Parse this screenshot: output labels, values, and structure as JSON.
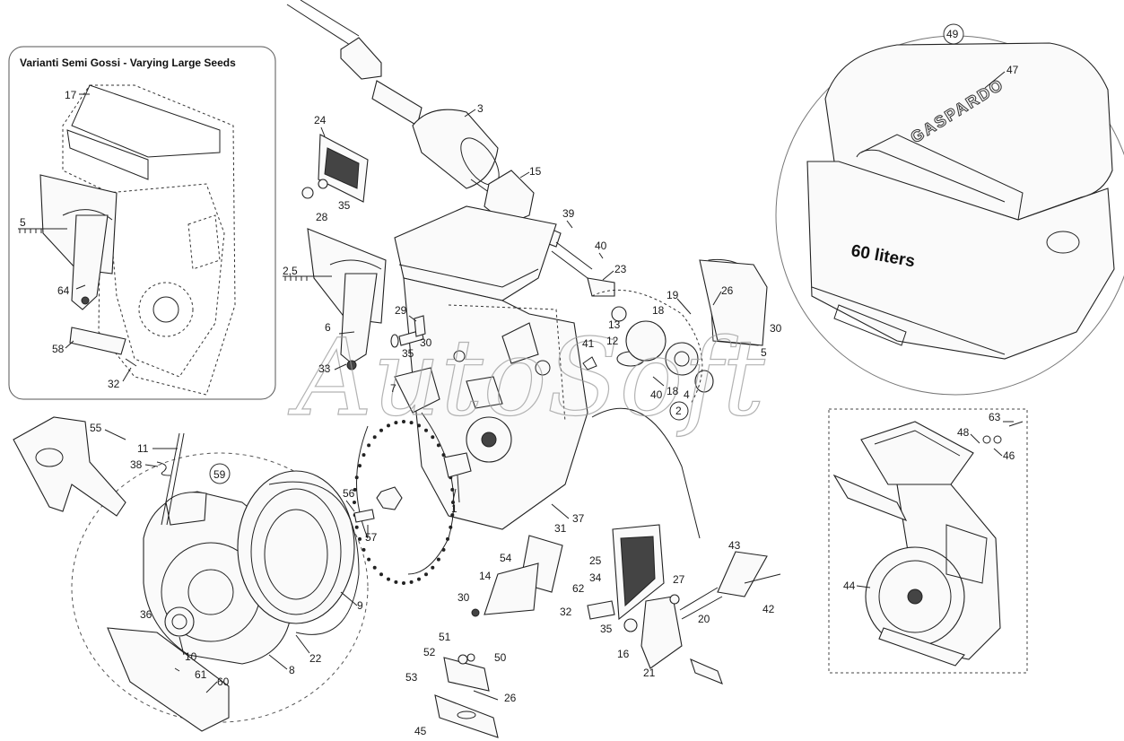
{
  "inset": {
    "title": "Varianti Semi Gossi - Varying Large Seeds",
    "labels": [
      "17",
      "5",
      "64",
      "58",
      "32"
    ]
  },
  "hopper": {
    "circle_ref": "49",
    "ref": "47",
    "brand": "GASPARDO",
    "capacity": "60 liters"
  },
  "watermark": "AutoSoft",
  "callouts": {
    "c1": "1",
    "c2": "2",
    "c3": "3",
    "c4": "4",
    "c5": "5",
    "c6": "6",
    "c7": "7",
    "c8": "8",
    "c9": "9",
    "c10": "10",
    "c11": "11",
    "c12": "12",
    "c13": "13",
    "c14": "14",
    "c15": "15",
    "c16": "16",
    "c18a": "18",
    "c18b": "18",
    "c19": "19",
    "c20": "20",
    "c21": "21",
    "c22": "22",
    "c23": "23",
    "c24": "24",
    "c25": "25",
    "c26": "26",
    "c26b": "26",
    "c27": "27",
    "c28": "28",
    "c29": "29",
    "c30a": "30",
    "c30b": "30",
    "c30c": "30",
    "c31": "31",
    "c32": "32",
    "c33": "33",
    "c34": "34",
    "c35a": "35",
    "c35b": "35",
    "c35c": "35",
    "c36": "36",
    "c37": "37",
    "c38": "38",
    "c39": "39",
    "c40a": "40",
    "c40b": "40",
    "c41": "41",
    "c42": "42",
    "c43": "43",
    "c44": "44",
    "c45": "45",
    "c46": "46",
    "c48": "48",
    "c50": "50",
    "c51": "51",
    "c52": "52",
    "c53": "53",
    "c54": "54",
    "c55": "55",
    "c56": "56",
    "c57": "57",
    "c59": "59",
    "c60": "60",
    "c61": "61",
    "c62": "62",
    "c63": "63",
    "c5b": "5",
    "c25s": "2,5"
  }
}
